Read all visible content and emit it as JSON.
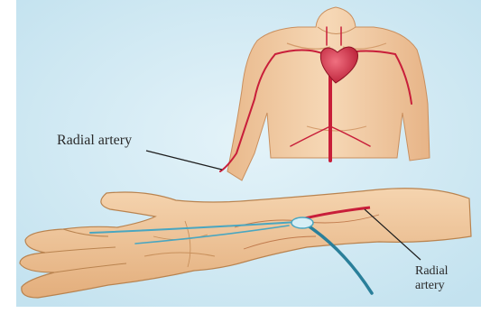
{
  "labels": {
    "top": "Radial artery",
    "bottom_line1": "Radial",
    "bottom_line2": "artery"
  },
  "colors": {
    "background_blue": "#cfe9f4",
    "skin": "#eec49a",
    "skin_shadow": "#d99e6c",
    "artery_red": "#c81e3a",
    "heart_red": "#d93b4f",
    "catheter_teal": "#2a7f9a"
  }
}
